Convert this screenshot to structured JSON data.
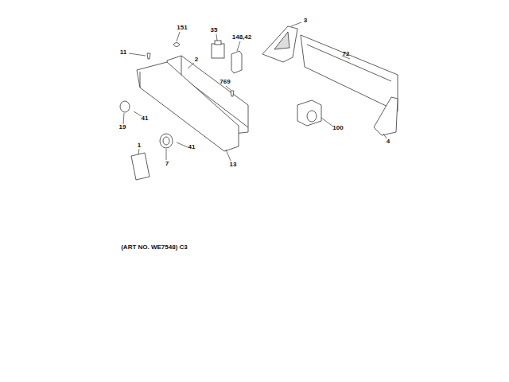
{
  "diagram": {
    "labels": [
      "151",
      "35",
      "148,42",
      "3",
      "11",
      "2",
      "72",
      "769",
      "41",
      "19",
      "100",
      "7",
      "41",
      "1",
      "13",
      "4",
      "(ART NO. WE7548) C3"
    ]
  }
}
